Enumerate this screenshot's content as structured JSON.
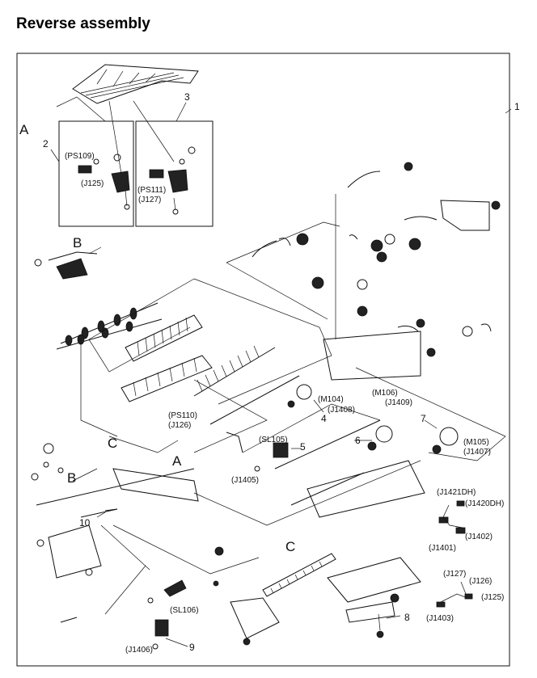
{
  "page": {
    "title": "Reverse assembly"
  },
  "callouts": {
    "n1": "1",
    "n2": "2",
    "n3": "3",
    "n4": "4",
    "n5": "5",
    "n6": "6",
    "n7": "7",
    "n8": "8",
    "n9": "9",
    "n10": "10"
  },
  "letters": {
    "a_top": "A",
    "a_mid": "A",
    "b_top": "B",
    "b_mid": "B",
    "c_mid": "C",
    "c_low": "C"
  },
  "references": {
    "ps109": "(PS109)",
    "j125_a": "(J125)",
    "ps111": "(PS111)",
    "j127_a": "(J127)",
    "ps110": "(PS110)",
    "j126_a": "(J126)",
    "sl105": "(SL105)",
    "j1405": "(J1405)",
    "m104": "(M104)",
    "j1408": "(J1408)",
    "m106": "(M106)",
    "j1409": "(J1409)",
    "m105": "(M105)",
    "j1407": "(J1407)",
    "j1421dh": "(J1421DH)",
    "j1420dh": "(J1420DH)",
    "j1401": "(J1401)",
    "j1402": "(J1402)",
    "j127_b": "(J127)",
    "j126_b": "(J126)",
    "j125_b": "(J125)",
    "j1403": "(J1403)",
    "sl106": "(SL106)",
    "j1406": "(J1406)"
  }
}
